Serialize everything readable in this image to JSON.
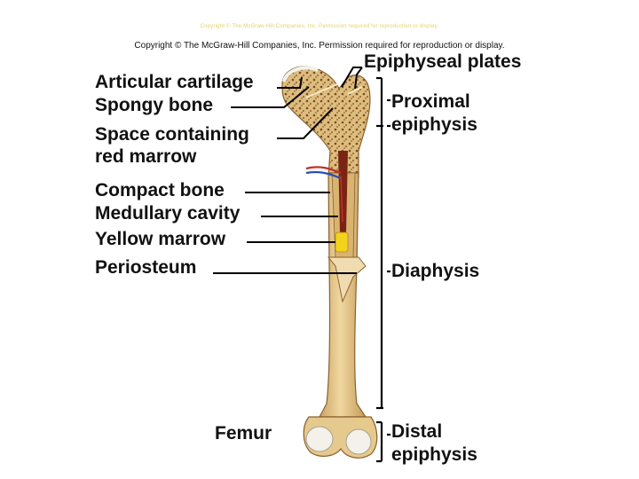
{
  "copyright_faint": "Copyright © The McGraw-Hill Companies, Inc. Permission required for reproduction or display.",
  "copyright": "Copyright © The McGraw-Hill Companies, Inc. Permission required for reproduction or display.",
  "labels": {
    "articular_cartilage": "Articular cartilage",
    "spongy_bone": "Spongy bone",
    "space_red_marrow_line1": "Space containing",
    "space_red_marrow_line2": "red marrow",
    "compact_bone": "Compact bone",
    "medullary_cavity": "Medullary cavity",
    "yellow_marrow": "Yellow marrow",
    "periosteum": "Periosteum",
    "femur": "Femur",
    "epiphyseal_plates": "Epiphyseal plates",
    "proximal_line1": "Proximal",
    "proximal_line2": "epiphysis",
    "diaphysis": "Diaphysis",
    "distal_line1": "Distal",
    "distal_line2": "epiphysis"
  },
  "colors": {
    "bone": "#e6c98c",
    "bone_shadow": "#c9a463",
    "spongy": "#d8b777",
    "marrow_red": "#8a2a1a",
    "yellow_marrow": "#f2d21c",
    "cartilage": "#f3f1ea",
    "artery": "#c0302a",
    "vein": "#2d4fb0",
    "leader": "#000000"
  }
}
